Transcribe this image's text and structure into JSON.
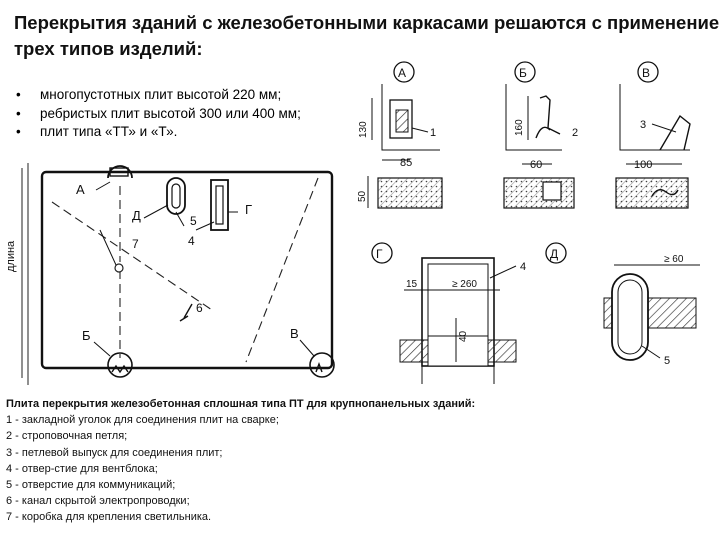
{
  "title": {
    "line1": "Перекрытия зданий с железобетонными каркасами решаются с применением",
    "line2": "трех типов изделий:"
  },
  "bullets": [
    " многопустотных плит высотой 220 мм;",
    "ребристых плит высотой 300 или 400 мм;",
    "плит типа «ТТ» и «Т»."
  ],
  "drawing": {
    "side_label": "длина",
    "plan_labels": {
      "A": "А",
      "B": "Б",
      "V": "В",
      "G": "Г",
      "D": "Д"
    },
    "plan_numbers": {
      "n5": "5",
      "n4": "4",
      "n7": "7",
      "n6": "6"
    },
    "detail_A": {
      "tag": "А",
      "dim_h": "130",
      "dim_w": "85",
      "dim_50": "50",
      "num": "1"
    },
    "detail_B": {
      "tag": "Б",
      "dim_h": "160",
      "dim_w": "60",
      "num": "2"
    },
    "detail_V": {
      "tag": "В",
      "dim_w": "100",
      "num": "3"
    },
    "detail_G": {
      "tag": "Г",
      "dim_15": "15",
      "dim_260": "≥ 260",
      "dim_40": "40",
      "num": "4"
    },
    "detail_D": {
      "tag": "Д",
      "dim_60": "≥ 60",
      "num": "5"
    }
  },
  "legend": {
    "heading": "Плита перекрытия железобетонная сплошная типа ПТ для крупнопанельных зданий:",
    "items": [
      "1 - закладной уголок для соединения плит на сварке;",
      "2 - строповочная петля;",
      "3 - петлевой выпуск для соединения плит;",
      "4 - отвер-стие для вентблока;",
      "5 - отверстие для коммуникаций;",
      "6 - канал скрытой электропроводки;",
      "7 - коробка для крепления светильника."
    ]
  }
}
